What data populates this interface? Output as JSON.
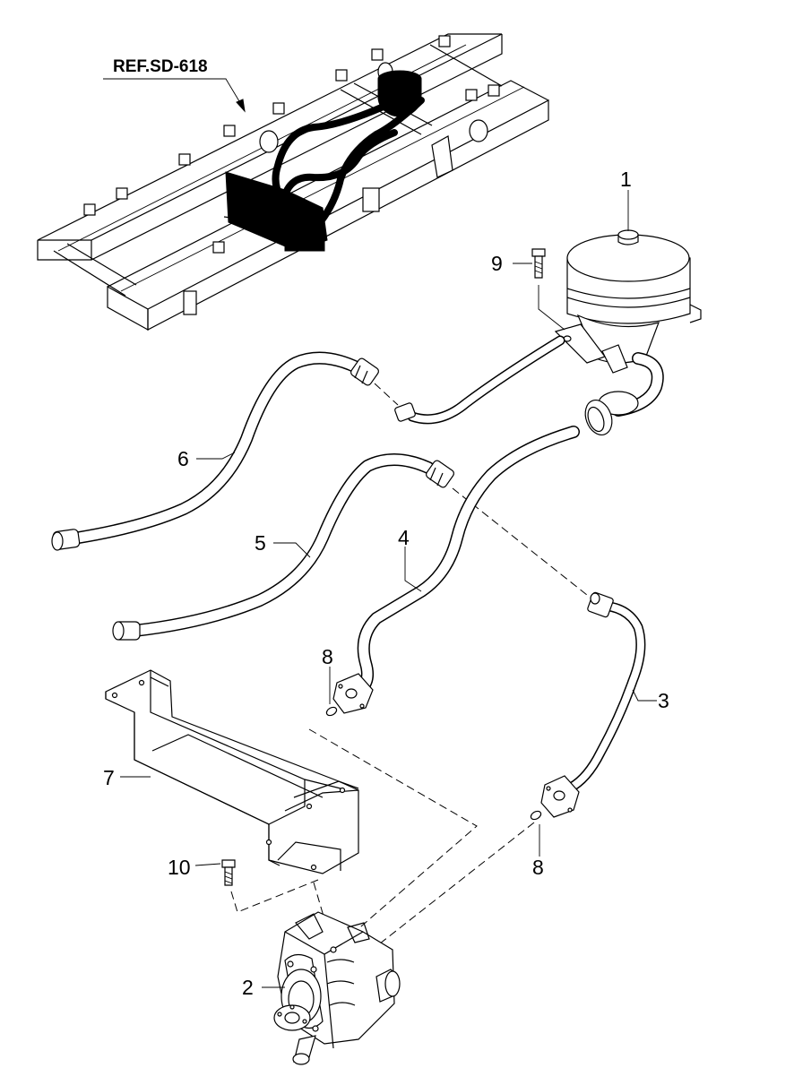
{
  "reference_label": "REF.SD-618",
  "callouts": {
    "c1": "1",
    "c2": "2",
    "c3": "3",
    "c4": "4",
    "c5": "5",
    "c6": "6",
    "c7": "7",
    "c8a": "8",
    "c8b": "8",
    "c9": "9",
    "c10": "10"
  },
  "colors": {
    "ink": "#000000",
    "paper": "#ffffff"
  }
}
